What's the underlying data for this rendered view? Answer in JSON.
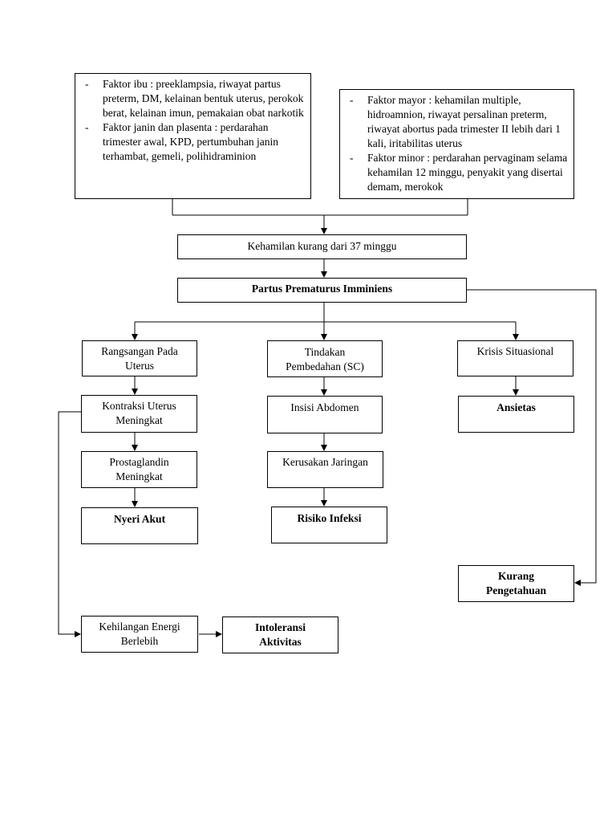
{
  "risk_factors_left": {
    "items": [
      "Faktor ibu : preeklampsia, riwayat partus preterm, DM, kelainan bentuk uterus, perokok berat, kelainan imun, pemakaian obat narkotik",
      "Faktor janin dan plasenta : perdarahan trimester awal, KPD, pertumbuhan janin terhambat, gemeli, polihidraminion"
    ]
  },
  "risk_factors_right": {
    "items": [
      "Faktor mayor : kehamilan multiple, hidroamnion, riwayat persalinan preterm, riwayat abortus pada trimester II lebih dari 1 kali, iritabilitas uterus",
      "Faktor minor : perdarahan pervaginam selama kehamilan 12 minggu, penyakit yang disertai demam, merokok"
    ]
  },
  "bullet_dash": "-",
  "nodes": {
    "gestation": "Kehamilan kurang dari 37 minggu",
    "main": "Partus Prematurus Imminiens",
    "rangsangan": [
      "Rangsangan Pada",
      "Uterus"
    ],
    "kontraksi": [
      "Kontraksi Uterus",
      "Meningkat"
    ],
    "prostaglandin": [
      "Prostaglandin",
      "Meningkat"
    ],
    "nyeri": "Nyeri Akut",
    "tindakan": [
      "Tindakan",
      "Pembedahan (SC)"
    ],
    "insisi": "Insisi Abdomen",
    "kerusakan": "Kerusakan Jaringan",
    "risiko": "Risiko Infeksi",
    "krisis": "Krisis Situasional",
    "ansietas": "Ansietas",
    "kurang": [
      "Kurang",
      "Pengetahuan"
    ],
    "kehilangan": [
      "Kehilangan Energi",
      "Berlebih"
    ],
    "intoleransi": [
      "Intoleransi",
      "Aktivitas"
    ]
  }
}
